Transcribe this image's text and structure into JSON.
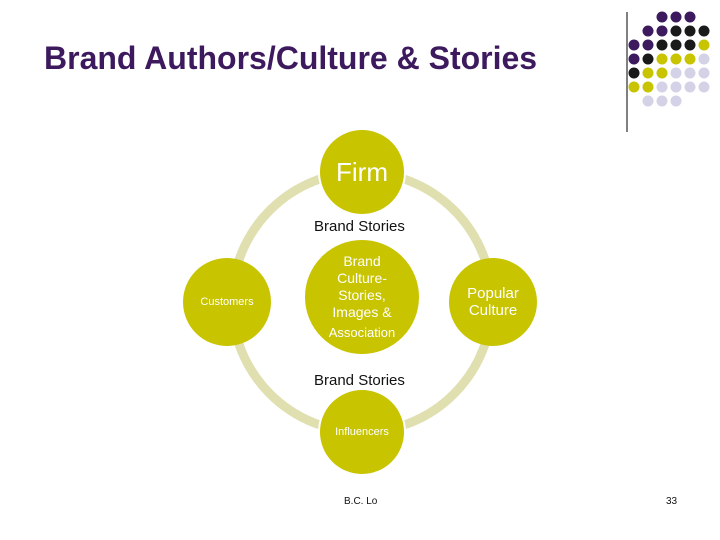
{
  "slide": {
    "title": "Brand Authors/Culture & Stories",
    "author": "B.C. Lo",
    "page_number": "33"
  },
  "diagram": {
    "top_node": "Firm",
    "left_node": "Customers",
    "right_node": "Popular Culture",
    "bottom_node": "Influencers",
    "center_node_lines": [
      "Brand",
      "Culture-",
      "Stories,",
      "Images &",
      "Association"
    ],
    "top_label": "Brand Stories",
    "bottom_label": "Brand Stories"
  },
  "colors": {
    "title": "#3d1a5e",
    "node": "#c8c400",
    "ring": "#e0dfb0",
    "dot_purple": "#3d1a5e",
    "dot_black": "#1a1a1a",
    "dot_olive": "#c8c400",
    "dot_lavender": "#d4d2e6"
  }
}
